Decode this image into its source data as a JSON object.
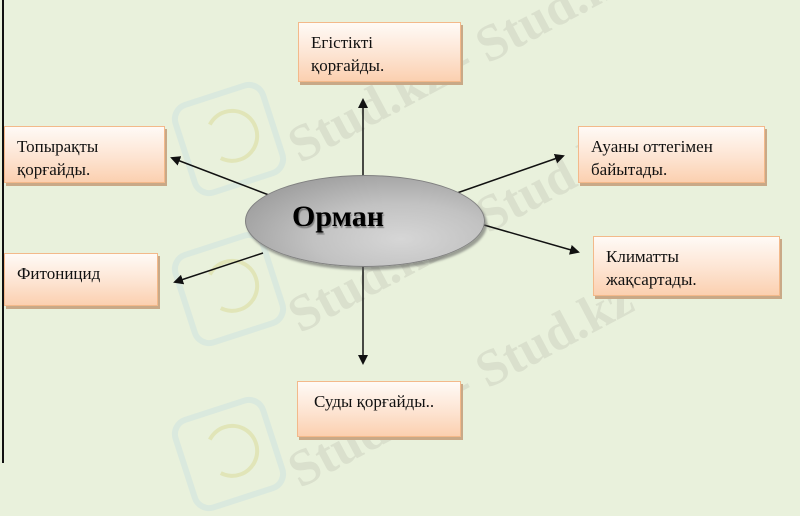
{
  "diagram": {
    "type": "concept-map",
    "center": {
      "label": "Орман",
      "color": "#c4c4c4"
    },
    "nodes": [
      {
        "id": "top",
        "line1": "Егістікті",
        "line2": "қорғайды."
      },
      {
        "id": "left-top",
        "line1": "Топырақты",
        "line2": "қорғайды."
      },
      {
        "id": "right-top",
        "line1": "Ауаны оттегімен",
        "line2": "байытады."
      },
      {
        "id": "right-mid",
        "line1": "Климатты",
        "line2": "жақсартады."
      },
      {
        "id": "left-mid",
        "line1": "Фитоницид",
        "line2": ""
      },
      {
        "id": "bottom",
        "line1": "Суды қорғайды..",
        "line2": ""
      }
    ],
    "edges": [
      {
        "from": "center",
        "to": "top"
      },
      {
        "from": "center",
        "to": "left-top"
      },
      {
        "from": "center",
        "to": "right-top"
      },
      {
        "from": "center",
        "to": "right-mid"
      },
      {
        "from": "center",
        "to": "left-mid"
      },
      {
        "from": "center",
        "to": "bottom"
      }
    ],
    "colors": {
      "background": "#e9f1dc",
      "box_fill_top": "#fffaf6",
      "box_fill_bottom": "#fbd0b0",
      "box_border": "#f3b98a",
      "arrow": "#111111"
    }
  },
  "watermark": {
    "text": "Stud.kz - Stud.kz"
  }
}
